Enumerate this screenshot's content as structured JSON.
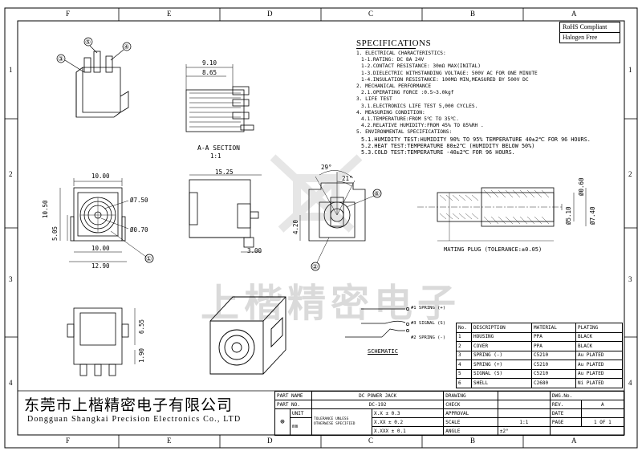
{
  "border": {
    "top_letters": [
      "F",
      "E",
      "D",
      "C",
      "B",
      "A"
    ],
    "bottom_letters": [
      "F",
      "E",
      "D",
      "C",
      "B",
      "A"
    ],
    "side_numbers": [
      "1",
      "2",
      "3",
      "4"
    ]
  },
  "compliance": {
    "rohs": "RoHS  Compliant",
    "halogen": "Halogen Free"
  },
  "specs": {
    "title": "SPECIFICATIONS",
    "lines": [
      "1. ELECTRICAL CHARACTERISTICS:",
      "1-1.RATING: DC 8A 24V",
      "1-2.CONTACT RESISTANCE: 30mΩ MAX(INITAL)",
      "1-3.DIELECTRIC WITHSTANDING VOLTAGE: 500V AC FOR ONE MINUTE",
      "1-4.INSULATION RESISTANCE: 100MΩ MIN,MEASURED BY 500V DC",
      "2. MECHANICAL PERFORMANCE",
      "2.1.OPERATING FORCE :0.5~3.0kgf",
      "3. LIFE TEST",
      "3.1.ELECTRONICS LIFE TEST 5,000 CYCLES.",
      "4. MEASURING CONDITION:",
      "4.1.TEMPERATURE:FROM 5℃ TO 35℃.",
      "4.2.RELATIVE HUMIDITY:FROM 45% TO 85%RH .",
      "5. ENVIRONMENTAL SPECIFICATIONS:",
      "5.1.HUMIDITY TEST:HUMIDITY 90% TO 95% TEMPERATURE 40±2℃ FOR 96 HOURS.",
      "5.2.HEAT TEST:TEMPERATURE 80±2℃ (HUMIDITY BELOW 50%)",
      "5.3.COLD TEST:TEMPERATURE -40±2℃ FOR 96 HOURS."
    ]
  },
  "dimensions": {
    "sec_top1": "9.10",
    "sec_top2": "8.65",
    "section_label": "A-A SECTION",
    "section_scale": "1:1",
    "front_w": "10.00",
    "front_w_bottom": "10.00",
    "front_w_total": "12.90",
    "front_h": "10.50",
    "front_h2": "5.05",
    "dia_outer": "Ø7.50",
    "dia_pin": "Ø0.70",
    "side_w": "15.25",
    "side_h": "3.00",
    "rear_angle1": "29°",
    "rear_angle2": "21°",
    "rear_h": "4.20",
    "bottom_h1": "6.55",
    "bottom_h2": "1.90",
    "plug_d1": "Ø0.60",
    "plug_d2": "Ø5.10",
    "plug_d3": "Ø7.40",
    "plug_label": "MATING PLUG (TOLERANCE:±0.05)",
    "callouts": [
      "①",
      "②",
      "③",
      "④",
      "⑤",
      "⑥"
    ]
  },
  "schematic": {
    "label": "SCHEMATIC",
    "pins": [
      "#1 SPRING (+)",
      "#3 SIGNAL (S)",
      "#2 SPRING (-)"
    ]
  },
  "watermark": "上楷精密电子",
  "bom": {
    "headers": [
      "No.",
      "DESCRIPTION",
      "MATERIAL",
      "PLATING"
    ],
    "rows": [
      [
        "1",
        "HOUSING",
        "PPA",
        "BLACK"
      ],
      [
        "2",
        "COVER",
        "PPA",
        "BLACK"
      ],
      [
        "3",
        "SPRING (-)",
        "C5210",
        "Au PLATED"
      ],
      [
        "4",
        "SPRING (+)",
        "C5210",
        "Au PLATED"
      ],
      [
        "5",
        "SIGNAL (S)",
        "C5210",
        "Au PLATED"
      ],
      [
        "6",
        "SHELL",
        "C2680",
        "Ni PLATED"
      ]
    ]
  },
  "company": {
    "cn": "东莞市上楷精密电子有限公司",
    "en": "Dongguan Shangkai Precision Electronics Co., LTD"
  },
  "title_block": {
    "part_name_label": "PART NAME",
    "part_name": "DC POWER JACK",
    "part_no_label": "PART NO.",
    "part_no": "DC-192",
    "unit_label": "UNIT",
    "unit_value": "mm",
    "tolerance_note": "TOLERANCE UNLESS OTHERWISE SPECIFIED",
    "tol1": "X.X ± 0.3",
    "tol2": "X.XX ± 0.2",
    "tol3": "X.XXX ± 0.1",
    "angle_label": "ANGLE",
    "angle_value": "±2°",
    "drawing_label": "DRAWING",
    "check_label": "CHECK",
    "approval_label": "APPROVAL",
    "scale_label": "SCALE",
    "scale_value": "1:1",
    "dwg_label": "DWG.No.",
    "rev_label": "REV.",
    "rev_value": "A",
    "date_label": "DATE",
    "page_label": "PAGE",
    "page_value": "1 OF 1"
  }
}
